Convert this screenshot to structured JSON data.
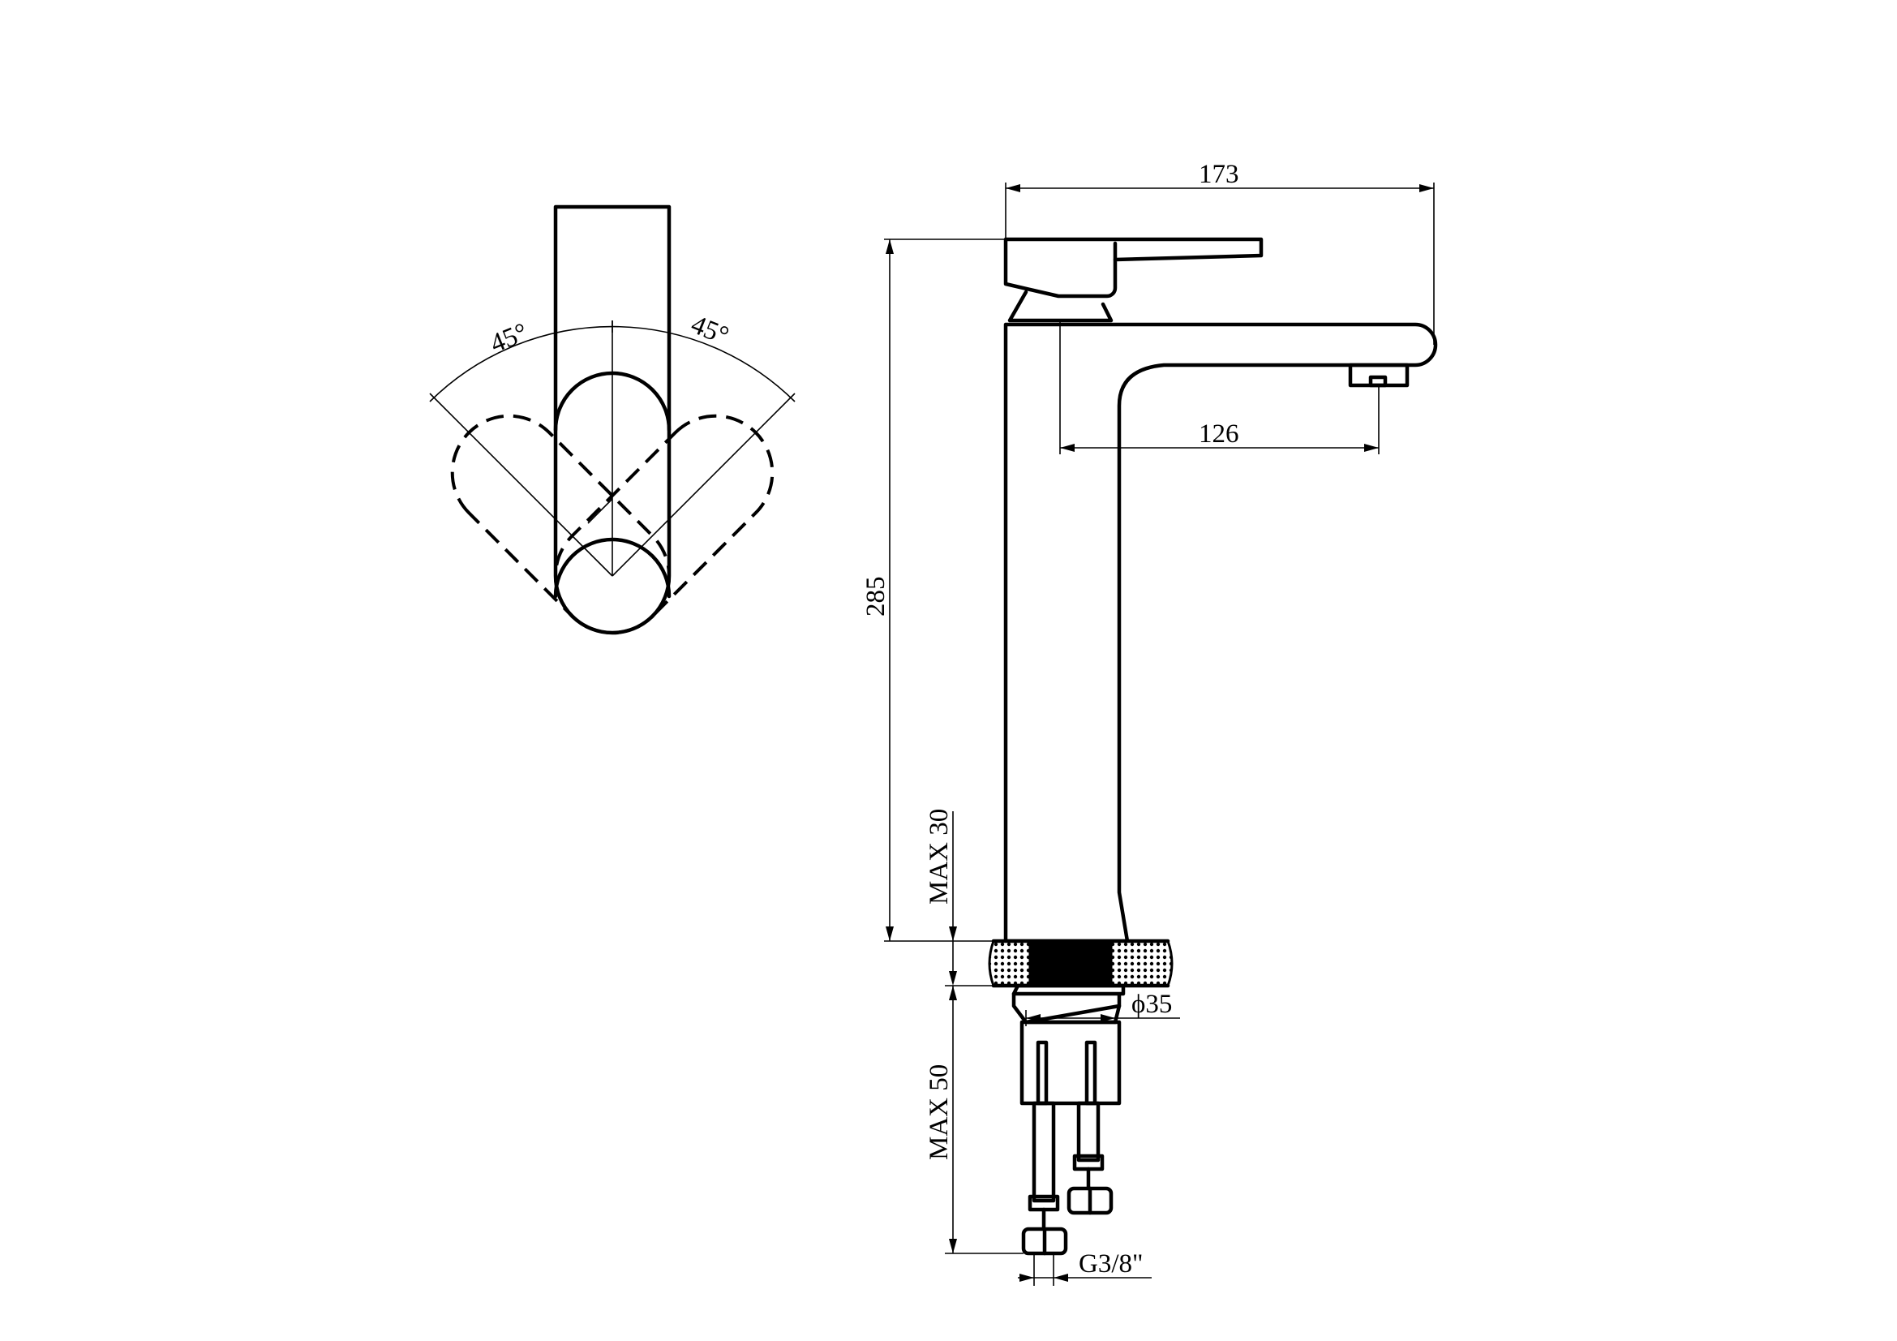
{
  "dimensions": {
    "total_depth": "173",
    "spout_reach": "126",
    "total_height": "285",
    "max_deck_thickness": "MAX 30",
    "connector_diameter": "ϕ35",
    "max_shank_length": "MAX 50",
    "hose_thread": "G3/8\""
  },
  "handle_rotation": {
    "left_angle": "45°",
    "right_angle": "45°"
  }
}
